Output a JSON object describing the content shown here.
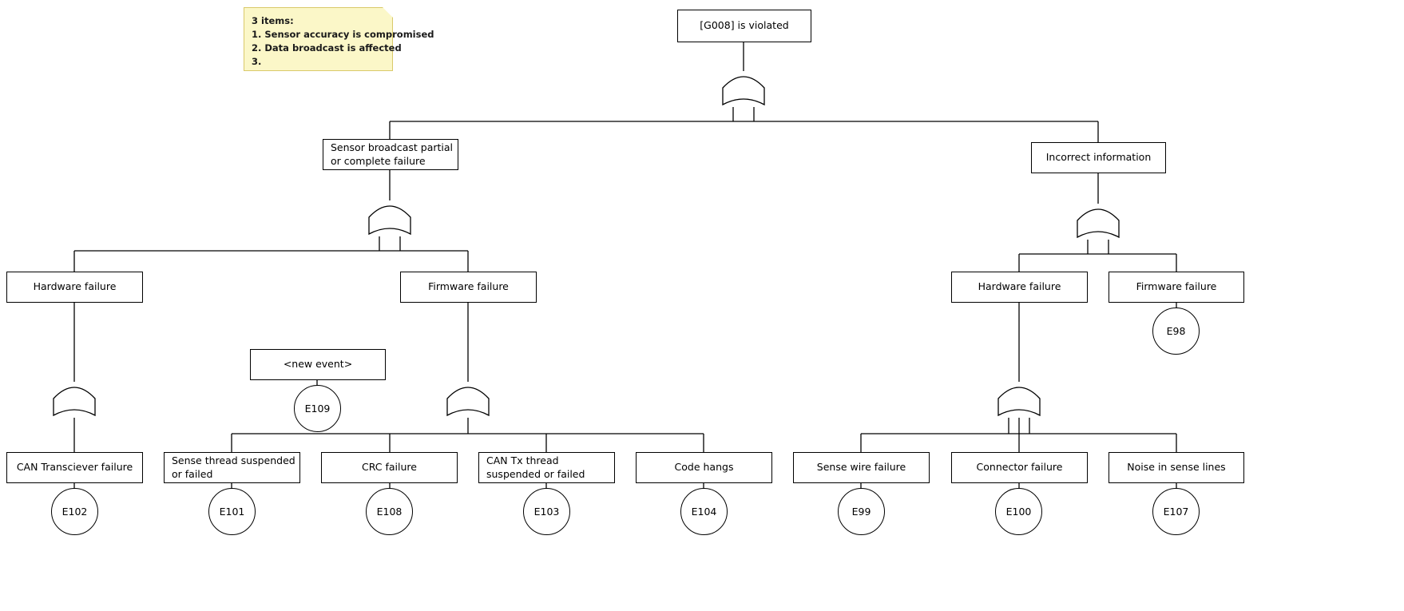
{
  "diagram": {
    "type": "fault-tree",
    "title": "[G008] is violated",
    "background": "#ffffff",
    "line_color": "#000000",
    "note_fill": "#fbf7c8",
    "note_border": "#d9c96a"
  },
  "note": {
    "lines": [
      "3 items:",
      "1. Sensor accuracy is compromised",
      "2. Data broadcast is affected",
      "3."
    ]
  },
  "nodes": {
    "root": "[G008] is violated",
    "sensor_broadcast": "Sensor broadcast partial or complete failure",
    "incorrect_information": "Incorrect information",
    "hardware_failure_left": "Hardware failure",
    "firmware_failure_left": "Firmware failure",
    "hardware_failure_right": "Hardware failure",
    "firmware_failure_right": "Firmware failure",
    "new_event": "<new event>",
    "can_transciever_failure": "CAN Transciever failure",
    "sense_thread_suspended": "Sense thread suspended or failed",
    "crc_failure": "CRC failure",
    "can_tx_thread_suspended": "CAN Tx thread suspended or failed",
    "code_hangs": "Code hangs",
    "sense_wire_failure": "Sense wire failure",
    "connector_failure": "Connector failure",
    "noise_in_sense_lines": "Noise in sense lines"
  },
  "events": {
    "e98": "E98",
    "e99": "E99",
    "e100": "E100",
    "e101": "E101",
    "e102": "E102",
    "e103": "E103",
    "e104": "E104",
    "e107": "E107",
    "e108": "E108",
    "e109": "E109"
  },
  "gates": {
    "root_gate": "OR",
    "sensor_broadcast_gate": "OR",
    "incorrect_information_gate": "OR",
    "hardware_left_gate": "OR",
    "firmware_left_gate": "OR",
    "hardware_right_gate": "OR"
  }
}
